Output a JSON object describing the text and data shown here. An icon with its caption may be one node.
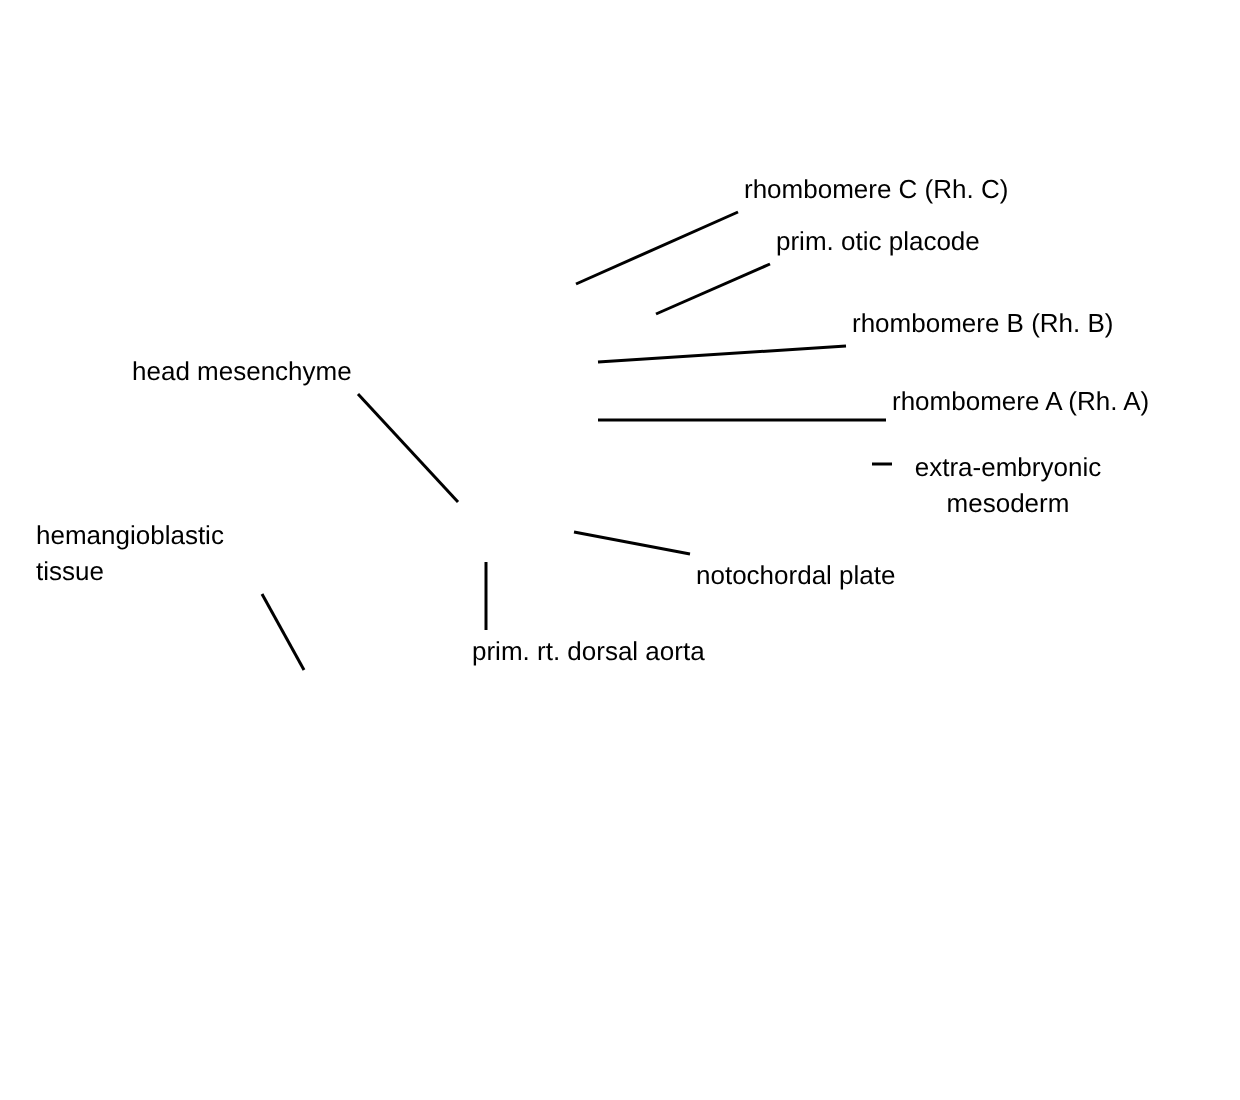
{
  "diagram": {
    "nodes": [
      {
        "text": [
          "rhombomere C (Rh. C)"
        ]
      },
      {
        "text": [
          "prim. otic placode"
        ]
      },
      {
        "text": [
          "head mesenchyme"
        ]
      },
      {
        "text": [
          "rhombomere B (Rh. B)"
        ]
      },
      {
        "text": [
          "rhombomere A (Rh. A)"
        ]
      },
      {
        "text": [
          "extra-embryonic mesoderm"
        ]
      },
      {
        "text": [
          "hemangioblastic tissue"
        ]
      },
      {
        "text": [
          "notochordal plate"
        ]
      },
      {
        "text": [
          "prim. rt. dorsal aorta"
        ]
      }
    ],
    "edges": [
      {
        "from": 0,
        "to": null,
        "arrow": "none"
      },
      {
        "from": 1,
        "to": null,
        "arrow": "none"
      },
      {
        "from": 2,
        "to": null,
        "arrow": "none"
      },
      {
        "from": 3,
        "to": null,
        "arrow": "none"
      },
      {
        "from": 4,
        "to": null,
        "arrow": "none"
      },
      {
        "from": 5,
        "to": null,
        "arrow": "none"
      },
      {
        "from": 6,
        "to": null,
        "arrow": "none"
      },
      {
        "from": 7,
        "to": null,
        "arrow": "none"
      },
      {
        "from": 8,
        "to": null,
        "arrow": "none"
      }
    ]
  }
}
